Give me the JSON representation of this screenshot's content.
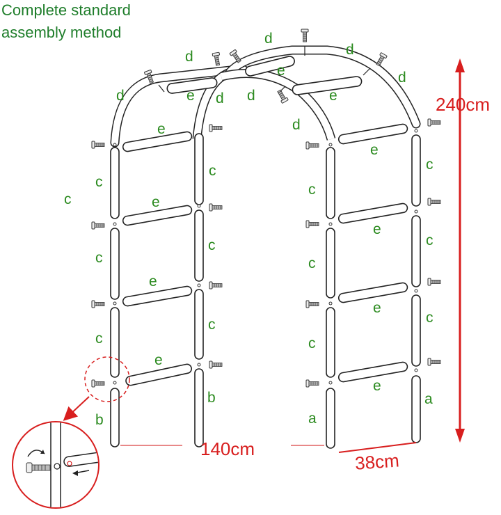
{
  "title": {
    "line1": "Complete standard",
    "line2": "assembly method"
  },
  "part_labels": {
    "a": "a",
    "b": "b",
    "c": "c",
    "d": "d",
    "e": "e"
  },
  "dimensions": {
    "height": "240cm",
    "width": "140cm",
    "depth": "38cm"
  },
  "colors": {
    "label_green": "#2a8a1e",
    "dimension_red": "#d81e1e",
    "outline": "#222222"
  },
  "icons": [
    "screw-icon",
    "rotate-arrow-icon",
    "insert-arrow-icon",
    "height-arrow-icon"
  ]
}
